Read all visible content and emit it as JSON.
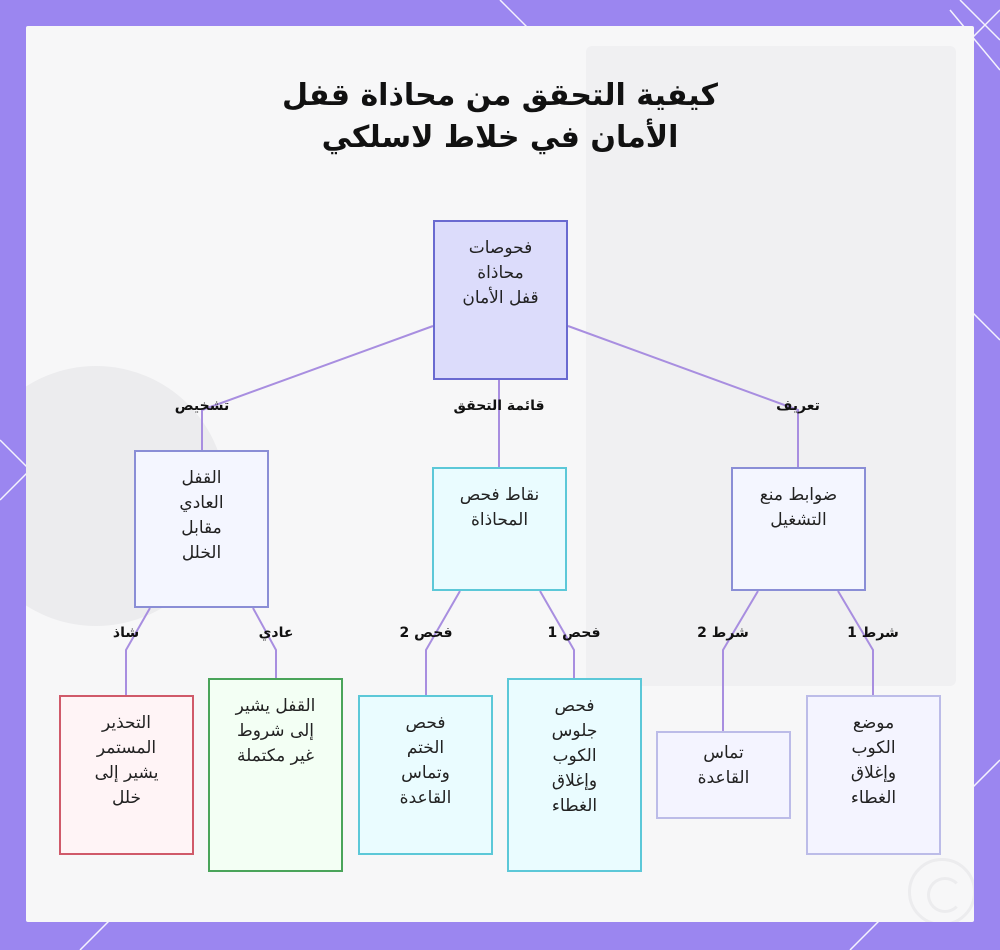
{
  "title": {
    "line1": "كيفية التحقق من محاذاة قفل",
    "line2": "الأمان في خلاط لاسلكي"
  },
  "nodes": {
    "root": {
      "lines": [
        "فحوصات",
        "محاذاة",
        "قفل الأمان"
      ]
    },
    "diagnosis": {
      "lines": [
        "القفل",
        "العادي",
        "مقابل",
        "الخلل"
      ]
    },
    "checkpoints": {
      "lines": [
        "نقاط فحص",
        "المحاذاة"
      ]
    },
    "controls": {
      "lines": [
        "ضوابط منع",
        "التشغيل"
      ]
    },
    "warning": {
      "lines": [
        "التحذير",
        "المستمر",
        "يشير إلى",
        "خلل"
      ]
    },
    "normal_lock": {
      "lines": [
        "القفل يشير",
        "إلى شروط",
        "غير مكتملة"
      ]
    },
    "seal_check": {
      "lines": [
        "فحص",
        "الختم",
        "وتماس",
        "القاعدة"
      ]
    },
    "cup_check": {
      "lines": [
        "فحص",
        "جلوس",
        "الكوب",
        "وإغلاق",
        "الغطاء"
      ]
    },
    "base_contact": {
      "lines": [
        "تماس",
        "القاعدة"
      ]
    },
    "cup_position": {
      "lines": [
        "موضع",
        "الكوب",
        "وإغلاق",
        "الغطاء"
      ]
    }
  },
  "edge_labels": {
    "diagnosis": "تشخيص",
    "checklist": "قائمة التحقق",
    "definition": "تعريف",
    "abnormal": "شاذ",
    "normal": "عادي",
    "check2": "فحص 2",
    "check1": "فحص 1",
    "condition2": "شرط 2",
    "condition1": "شرط 1"
  },
  "colors": {
    "frame": "#9b86f0",
    "edge": "#a88ee0",
    "root_fill": "#dcdcfb",
    "root_border": "#6a6ad0",
    "blue_fill": "#f4f6ff",
    "blue_border": "#8a8ed6",
    "cyan_fill": "#eafcff",
    "cyan_border": "#5cc8d8",
    "red_fill": "#fff4f6",
    "red_border": "#d05a6a",
    "green_fill": "#f3fff4",
    "green_border": "#4aa45a",
    "light_fill": "#f4f4ff",
    "light_border": "#bcbce8"
  }
}
